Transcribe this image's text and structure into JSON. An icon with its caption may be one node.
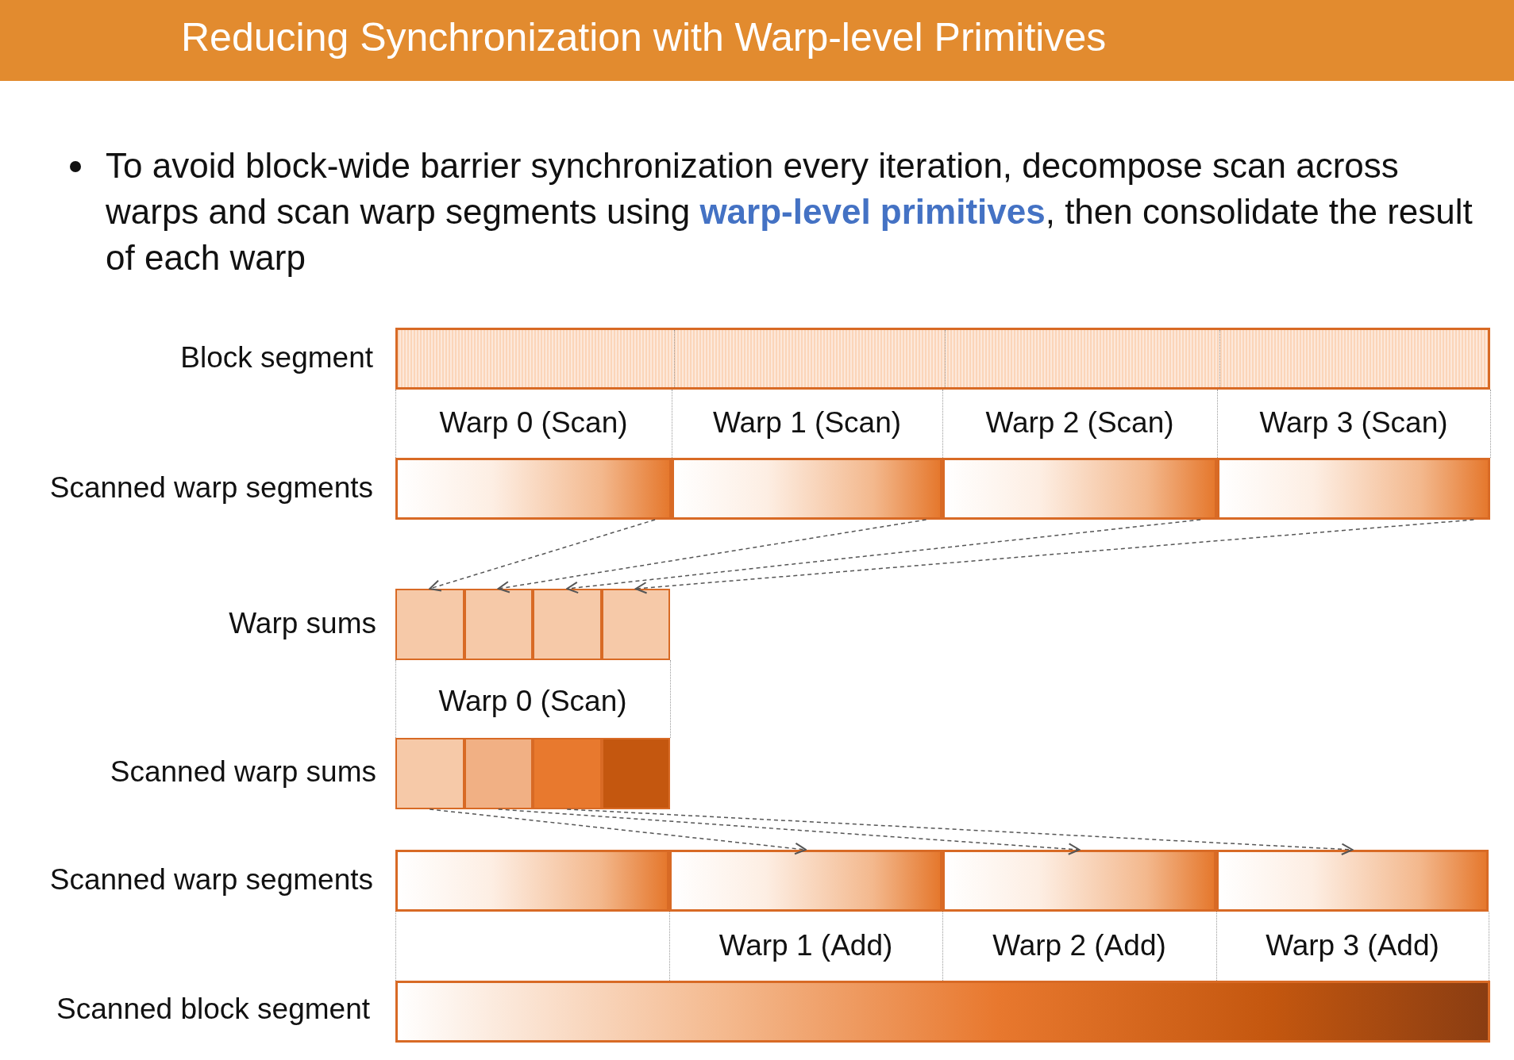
{
  "diagram": {
    "title": "Reducing Synchronization with Warp-level Primitives",
    "nodes": [
      {
        "text": [],
        "shape": "bar"
      },
      {
        "text": [],
        "shape": "bar"
      },
      {
        "text": [],
        "shape": "bar"
      },
      {
        "text": [],
        "shape": "bar"
      },
      {
        "text": [],
        "shape": "bar"
      },
      {
        "text": [],
        "shape": "box"
      },
      {
        "text": [],
        "shape": "box"
      },
      {
        "text": [],
        "shape": "box"
      },
      {
        "text": [],
        "shape": "box"
      },
      {
        "text": [],
        "shape": "box"
      },
      {
        "text": [],
        "shape": "box"
      },
      {
        "text": [],
        "shape": "box"
      },
      {
        "text": [],
        "shape": "box"
      },
      {
        "text": [],
        "shape": "bar"
      },
      {
        "text": [],
        "shape": "bar"
      },
      {
        "text": [],
        "shape": "bar"
      },
      {
        "text": [],
        "shape": "bar"
      },
      {
        "text": [],
        "shape": "bar"
      }
    ],
    "edges": [
      {
        "from": 1,
        "to": 5,
        "arrow": "to",
        "style": "dashed"
      },
      {
        "from": 2,
        "to": 6,
        "arrow": "to",
        "style": "dashed"
      },
      {
        "from": 3,
        "to": 7,
        "arrow": "to",
        "style": "dashed"
      },
      {
        "from": 4,
        "to": 8,
        "arrow": "to",
        "style": "dashed"
      },
      {
        "from": 9,
        "to": 14,
        "arrow": "to",
        "style": "dashed"
      },
      {
        "from": 10,
        "to": 15,
        "arrow": "to",
        "style": "dashed"
      },
      {
        "from": 11,
        "to": 16,
        "arrow": "to",
        "style": "dashed"
      }
    ],
    "labels": [
      "To avoid block-wide barrier synchronization every iteration, decompose scan across warps and scan warp segments using **warp-level primitives**, then consolidate the result of each warp",
      "Block segment",
      "Warp 0 (Scan)",
      "Warp 1 (Scan)",
      "Warp 2 (Scan)",
      "Warp 3 (Scan)",
      "Scanned warp segments",
      "Warp sums",
      "Warp 0 (Scan)",
      "Scanned warp sums",
      "Scanned warp segments",
      "Warp 1 (Add)",
      "Warp 2 (Add)",
      "Warp 3 (Add)",
      "Scanned block segment"
    ]
  }
}
